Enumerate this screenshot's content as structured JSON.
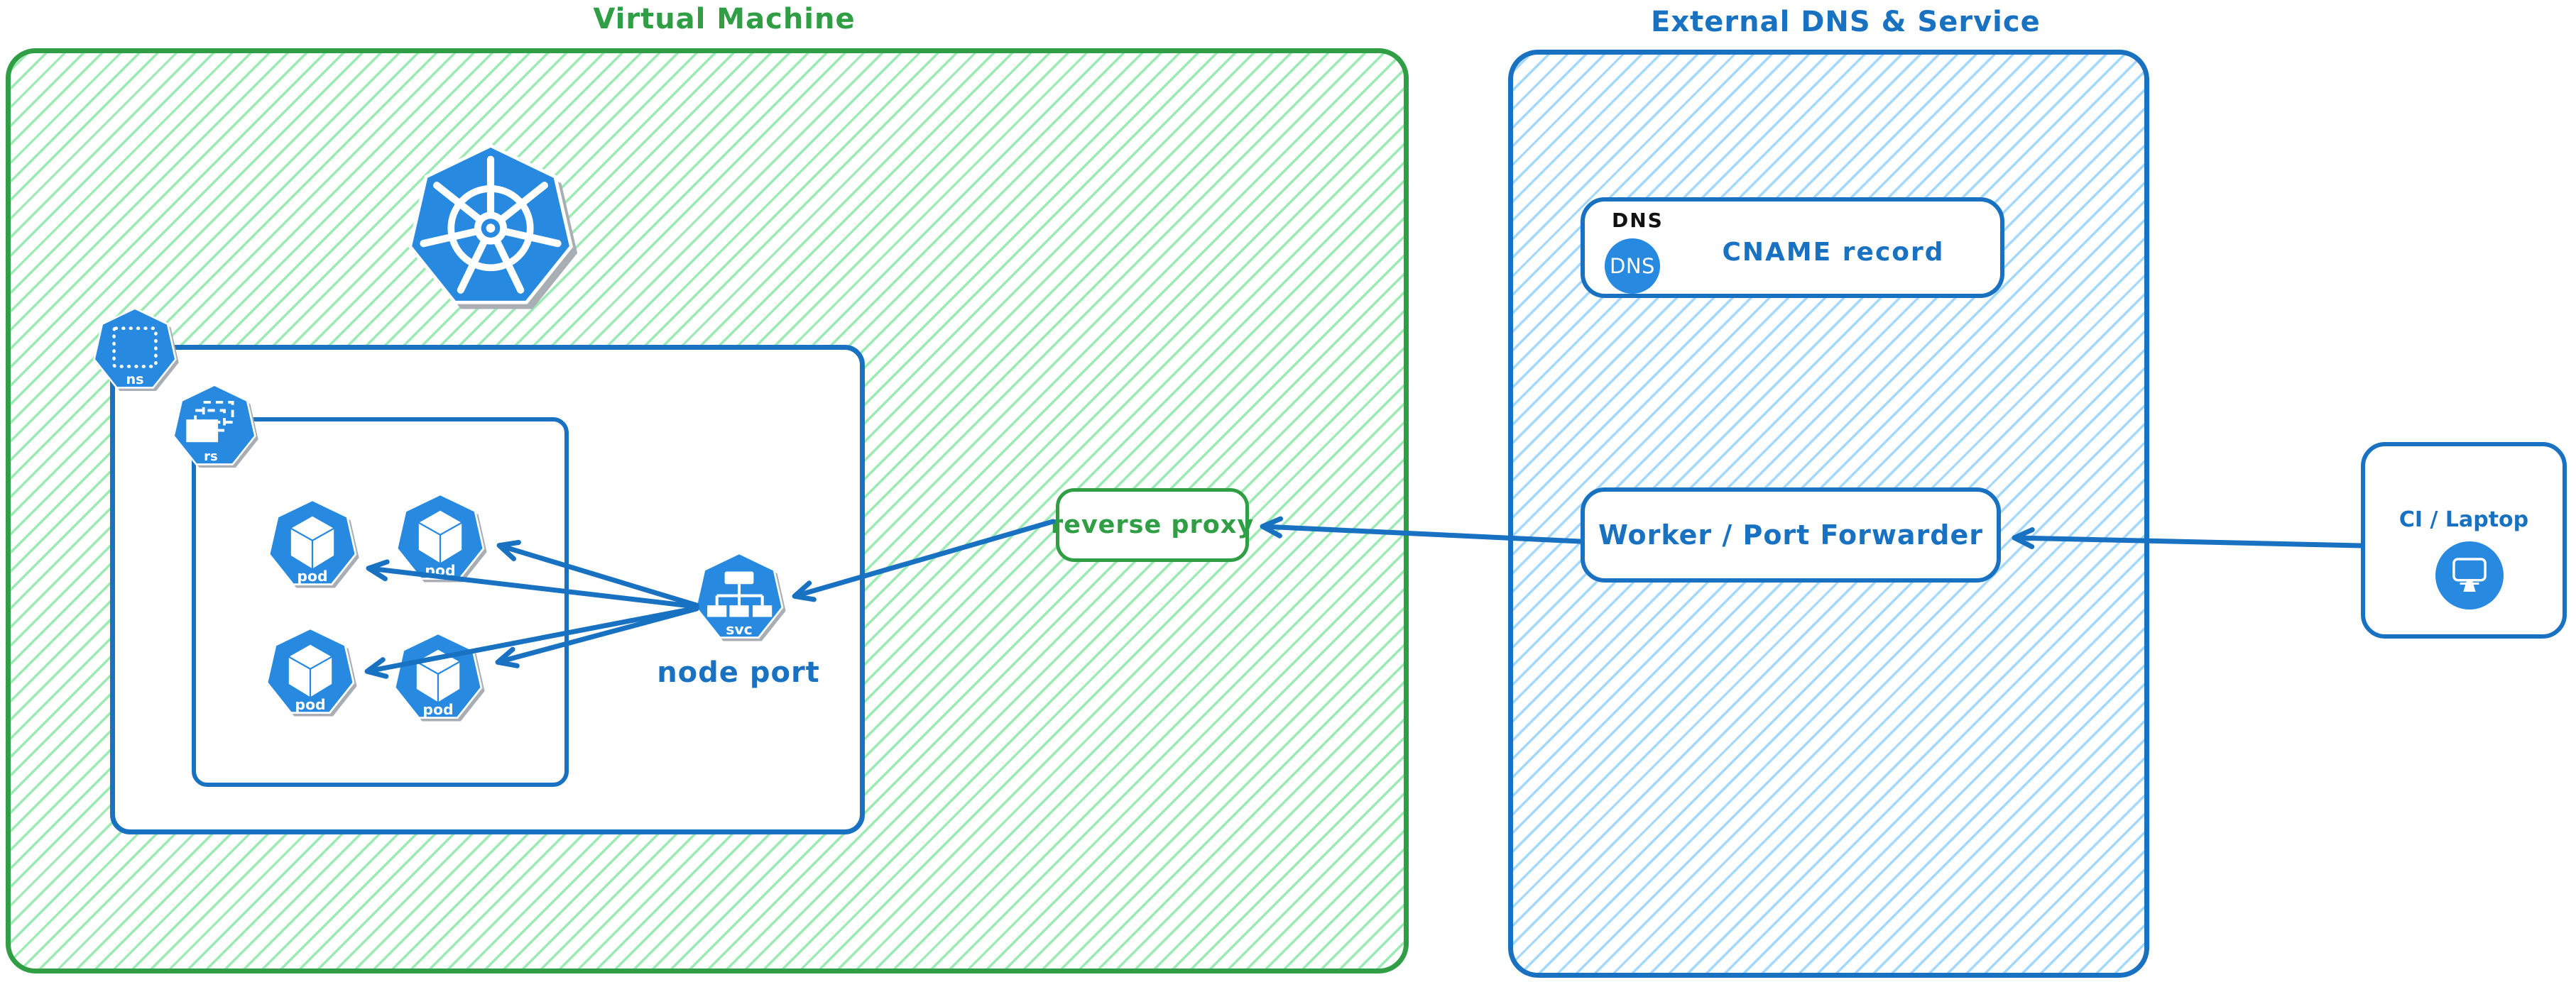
{
  "colors": {
    "green": "#2f9e44",
    "green_hatch": "#9ceab4",
    "blue": "#1971c2",
    "blue_hatch": "#a5d8ff",
    "icon_blue": "#2789e0",
    "icon_shadow": "#a9aeb4",
    "dns_tag_black": "#111111",
    "white": "#ffffff"
  },
  "vm": {
    "title": "Virtual Machine"
  },
  "cluster": {
    "kubernetes_icon": "kubernetes-logo",
    "ns_label": "ns",
    "rs_label": "rs",
    "pods": [
      {
        "label": "pod"
      },
      {
        "label": "pod"
      },
      {
        "label": "pod"
      },
      {
        "label": "pod"
      }
    ],
    "svc_label": "svc",
    "svc_caption": "node port"
  },
  "reverse_proxy": {
    "label": "reverse proxy"
  },
  "external": {
    "title": "External DNS & Service",
    "dns": {
      "tag": "DNS",
      "badge": "DNS",
      "record": "CNAME record"
    },
    "worker": {
      "label": "Worker / Port Forwarder"
    }
  },
  "ci": {
    "label": "CI / Laptop",
    "device_icon": "monitor-icon"
  },
  "flow": {
    "arrows": [
      "ci-to-worker",
      "worker-to-reverse-proxy",
      "reverse-proxy-to-node-port",
      "node-port-to-pod-1",
      "node-port-to-pod-2",
      "node-port-to-pod-3",
      "node-port-to-pod-4"
    ]
  }
}
